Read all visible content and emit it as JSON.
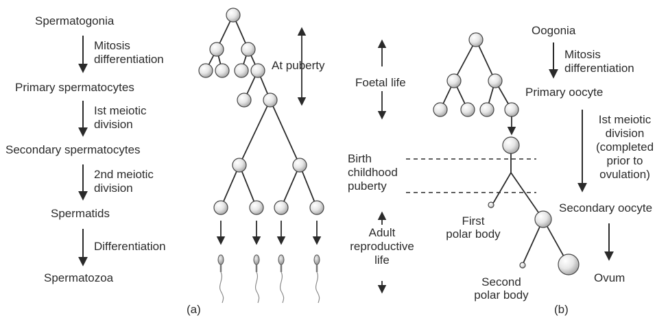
{
  "spermatogenesis": {
    "stages": [
      "Spermatogonia",
      "Primary spermatocytes",
      "Secondary spermatocytes",
      "Spermatids",
      "Spermatozoa"
    ],
    "steps": {
      "mitosis": "Mitosis",
      "mitosis_diff": "differentiation",
      "meiosis1_a": "Ist meiotic",
      "meiosis1_b": "division",
      "meiosis2_a": "2nd meiotic",
      "meiosis2_b": "division",
      "differentiation": "Differentiation"
    },
    "at_puberty": "At puberty",
    "panel_label": "(a)"
  },
  "timeline": {
    "foetal_life": "Foetal life",
    "birth": "Birth",
    "childhood": "childhood",
    "puberty": "puberty",
    "adult_1": "Adult",
    "adult_2": "reproductive",
    "adult_3": "life"
  },
  "oogenesis": {
    "oogonia": "Oogonia",
    "mitosis": "Mitosis",
    "mitosis_diff": "differentiation",
    "primary_oocyte": "Primary oocyte",
    "meiosis1": [
      "Ist meiotic",
      "division",
      "(completed",
      "prior to",
      "ovulation)"
    ],
    "secondary_oocyte": "Secondary oocyte",
    "ovum": "Ovum",
    "first_polar_1": "First",
    "first_polar_2": "polar body",
    "second_polar_1": "Second",
    "second_polar_2": "polar body",
    "panel_label": "(b)"
  }
}
